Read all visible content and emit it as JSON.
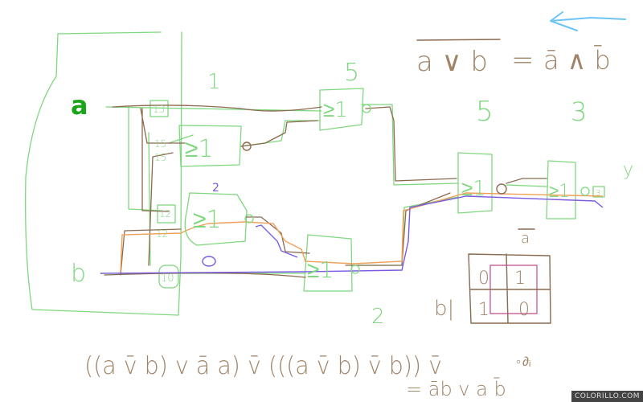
{
  "canvas": {
    "inputs": {
      "a": "a",
      "b": "b"
    },
    "output": "y",
    "gate_symbol": "≥1",
    "inverter": "o",
    "gate_numbers": {
      "g1": "1",
      "g2": "2",
      "g3": "2",
      "g5": "5",
      "g5b": "5",
      "g3b": "3"
    },
    "pin_labels": [
      "13",
      "15",
      "15",
      "12",
      "12",
      "10",
      "3"
    ],
    "kmap": {
      "top_label": "a",
      "side_label": "b|",
      "cells": [
        "0",
        "1",
        "1",
        "0"
      ]
    },
    "formula_top": {
      "lhs": "a ∨ b",
      "eq": "=",
      "rhs": "ā ∧ b̄"
    },
    "formula_bottom": {
      "line1": "((a v̄ b) v ā a) v̄ (((a v̄ b) v̄ b)) v̄",
      "tail": "∘∂ᵢ",
      "line2": "= āb v a b̄"
    }
  },
  "colors": {
    "green": "#7fd77f",
    "brown": "#8b6a4f",
    "orange": "#f0a05a",
    "purple": "#7a5be0",
    "blue": "#6cc4f5",
    "input_a": "#1aa51a"
  },
  "branding": {
    "watermark": "COLORILLO.COM"
  }
}
